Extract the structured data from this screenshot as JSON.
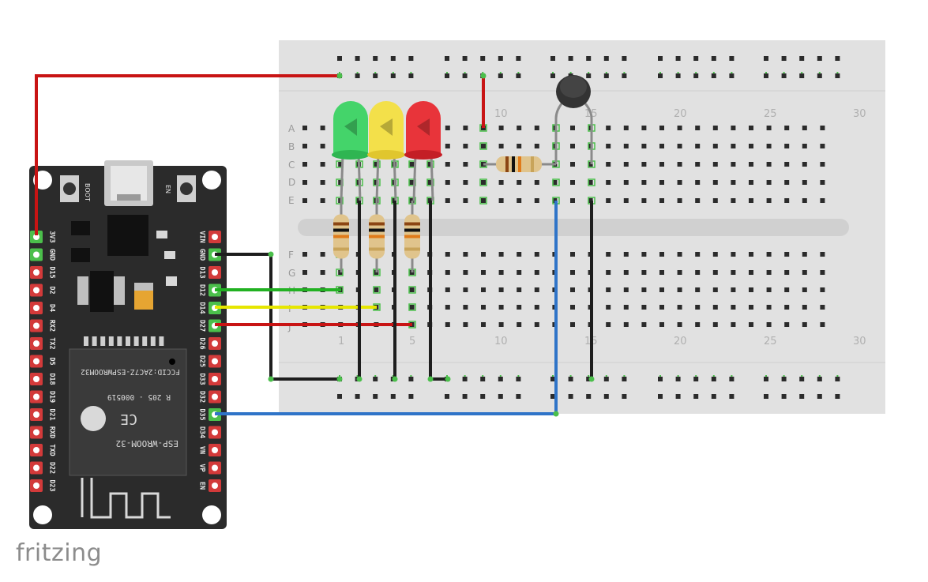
{
  "brand": "fritzing",
  "breadboard": {
    "row_labels_top": [
      "A",
      "B",
      "C",
      "D",
      "E"
    ],
    "row_labels_bottom": [
      "F",
      "G",
      "H",
      "I",
      "J"
    ],
    "column_labels_top": [
      "10",
      "15",
      "20",
      "25",
      "30"
    ],
    "column_labels_bottom": [
      "1",
      "5",
      "10",
      "15",
      "20",
      "25",
      "30"
    ]
  },
  "esp32": {
    "buttons": [
      "BOOT",
      "EN"
    ],
    "pins_left": [
      "3V3",
      "GND",
      "D15",
      "D2",
      "D4",
      "RX2",
      "TX2",
      "D5",
      "D18",
      "D19",
      "D21",
      "RXD",
      "TXD",
      "D22",
      "D23"
    ],
    "pins_right": [
      "VIN",
      "GND",
      "D13",
      "D12",
      "D14",
      "D27",
      "D26",
      "D25",
      "D33",
      "D32",
      "D35",
      "D34",
      "VN",
      "VP",
      "EN"
    ],
    "module_fcc": "FCCID:2AC7Z-ESPWROOM32",
    "module_cert": "R 205 - 000519",
    "module_name": "ESP-WROOM-32",
    "module_ce": "CE"
  },
  "components": [
    "green-led",
    "yellow-led",
    "red-led",
    "resistor",
    "resistor",
    "resistor",
    "resistor",
    "thermistor"
  ],
  "colors": {
    "breadboard": "#e1e1e1",
    "wire_red": "#c81414",
    "wire_black": "#1e1e1e",
    "wire_green": "#22b122",
    "wire_yellow": "#e6e600",
    "wire_blue": "#2f74c8",
    "board": "#2b2b2b",
    "pin_red": "#d33a3a",
    "pin_green": "#4bbf4b"
  }
}
